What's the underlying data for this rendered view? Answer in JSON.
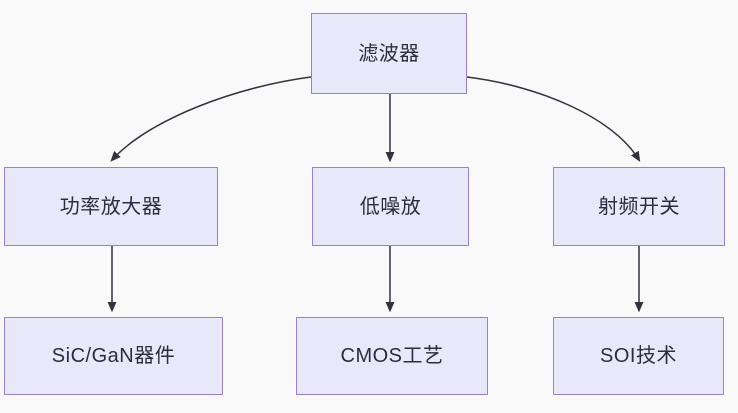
{
  "diagram": {
    "type": "flowchart",
    "direction": "top-down",
    "background_color": "#f9f9f9",
    "node_fill_color": "#e8e8fb",
    "node_border_color": "#9a7fd4",
    "edge_color": "#333340",
    "text_color": "#2c2c3a",
    "nodes": [
      {
        "id": "filter",
        "label": "滤波器"
      },
      {
        "id": "pa",
        "label": "功率放大器"
      },
      {
        "id": "lna",
        "label": "低噪放"
      },
      {
        "id": "rfswitch",
        "label": "射频开关"
      },
      {
        "id": "sicgan",
        "label": "SiC/GaN器件"
      },
      {
        "id": "cmos",
        "label": "CMOS工艺"
      },
      {
        "id": "soi",
        "label": "SOI技术"
      }
    ],
    "edges": [
      {
        "from": "filter",
        "to": "pa",
        "style": "curved",
        "arrow": "end"
      },
      {
        "from": "filter",
        "to": "lna",
        "style": "straight",
        "arrow": "end"
      },
      {
        "from": "filter",
        "to": "rfswitch",
        "style": "curved",
        "arrow": "end"
      },
      {
        "from": "pa",
        "to": "sicgan",
        "style": "straight",
        "arrow": "end"
      },
      {
        "from": "lna",
        "to": "cmos",
        "style": "straight",
        "arrow": "end"
      },
      {
        "from": "rfswitch",
        "to": "soi",
        "style": "straight",
        "arrow": "end"
      }
    ]
  }
}
